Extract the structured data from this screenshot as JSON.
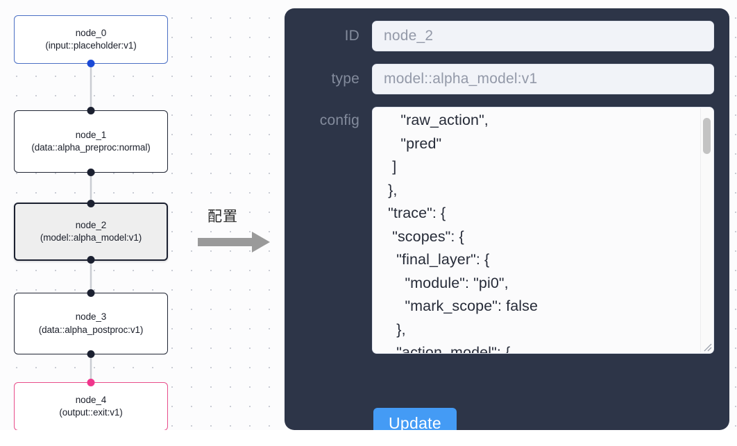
{
  "canvas": {
    "nodes": [
      {
        "id": "node_0",
        "title": "node_0",
        "subtitle": "(input::placeholder:v1)",
        "label": "node_0\n(input::placeholder:v1)",
        "variant": "input",
        "selected": false
      },
      {
        "id": "node_1",
        "title": "node_1",
        "subtitle": "(data::alpha_preproc:normal)",
        "label": "node_1\n(data::alpha_preproc:normal)",
        "variant": "default",
        "selected": false
      },
      {
        "id": "node_2",
        "title": "node_2",
        "subtitle": "(model::alpha_model:v1)",
        "label": "node_2\n(model::alpha_model:v1)",
        "variant": "default",
        "selected": true
      },
      {
        "id": "node_3",
        "title": "node_3",
        "subtitle": "(data::alpha_postproc:v1)",
        "label": "node_3\n(data::alpha_postproc:v1)",
        "variant": "default",
        "selected": false
      },
      {
        "id": "node_4",
        "title": "node_4",
        "subtitle": "(output::exit:v1)",
        "label": "node_4\n(output::exit:v1)",
        "variant": "output",
        "selected": false
      }
    ],
    "edges": [
      {
        "from": "node_0",
        "to": "node_1"
      },
      {
        "from": "node_1",
        "to": "node_2"
      },
      {
        "from": "node_2",
        "to": "node_3"
      },
      {
        "from": "node_3",
        "to": "node_4"
      }
    ]
  },
  "annotation": {
    "text": "配置",
    "arrow_color": "#9a9a9a"
  },
  "panel": {
    "background_color": "#2d3548",
    "fields": [
      {
        "label": "ID",
        "value": "node_2"
      },
      {
        "label": "type",
        "value": "model::alpha_model:v1"
      }
    ],
    "config": {
      "label": "config",
      "value": "     \"raw_action\",\n     \"pred\"\n   ]\n  },\n  \"trace\": {\n   \"scopes\": {\n    \"final_layer\": {\n      \"module\": \"pi0\",\n      \"mark_scope\": false\n    },\n    \"action_model\": {",
      "scroll_position": "near-top"
    },
    "update_button": {
      "label": "Update",
      "color": "#449bf5"
    }
  },
  "colors": {
    "panel_bg": "#2d3548",
    "input_bg": "#f1f3f8",
    "label_text": "#838b9c",
    "accent_blue": "#449bf5",
    "node_border": "#1f2433",
    "input_node_border": "#4a6fc4",
    "output_node_border": "#e84d8a",
    "selected_node_bg": "#eeeeee"
  }
}
